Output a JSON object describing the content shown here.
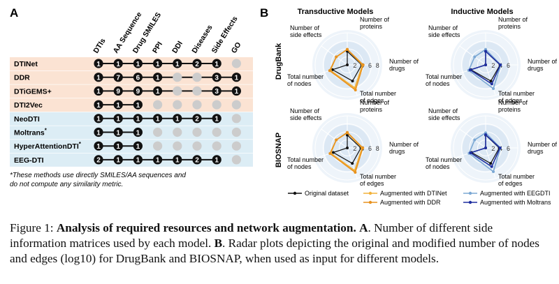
{
  "panelA": {
    "label": "A",
    "columns": [
      "DTIs",
      "AA Sequence",
      "Drug SMILES",
      "PPI",
      "DDI",
      "Diseases",
      "Side Effects",
      "GO"
    ],
    "rows": [
      {
        "name": "DTINet",
        "group": "similarity",
        "cells": [
          "1",
          "1",
          "1",
          "1",
          "1",
          "2",
          "1",
          ""
        ]
      },
      {
        "name": "DDR",
        "group": "similarity",
        "cells": [
          "1",
          "7",
          "6",
          "1",
          "",
          "",
          "3",
          "1"
        ]
      },
      {
        "name": "DTiGEMS+",
        "group": "similarity",
        "cells": [
          "1",
          "9",
          "9",
          "1",
          "",
          "",
          "3",
          "1"
        ]
      },
      {
        "name": "DTI2Vec",
        "group": "similarity",
        "cells": [
          "1",
          "1",
          "1",
          "",
          "",
          "",
          "",
          ""
        ]
      },
      {
        "name": "NeoDTI",
        "group": "direct",
        "cells": [
          "1",
          "1",
          "1",
          "1",
          "1",
          "2",
          "1",
          ""
        ]
      },
      {
        "name": "Moltrans",
        "group": "direct",
        "star": true,
        "cells": [
          "1",
          "1",
          "1",
          "",
          "",
          "",
          "",
          ""
        ]
      },
      {
        "name": "HyperAttentionDTI",
        "group": "direct",
        "star": true,
        "cells": [
          "1",
          "1",
          "1",
          "",
          "",
          "",
          "",
          ""
        ]
      },
      {
        "name": "EEG-DTI",
        "group": "direct",
        "cells": [
          "2",
          "1",
          "1",
          "1",
          "1",
          "2",
          "1",
          ""
        ]
      }
    ],
    "footnote_line1": "*These methods use directly SMILES/AA sequences and",
    "footnote_line2": "do not compute any similarity metric.",
    "colors": {
      "similarity": "#fbe3d3",
      "direct": "#dcedf5",
      "filled": "#111111",
      "empty": "#cccccc"
    }
  },
  "panelB": {
    "label": "B",
    "col_titles": [
      "Transductive Models",
      "Inductive Models"
    ],
    "row_titles": [
      "DrugBank",
      "BIOSNAP"
    ],
    "axis_labels": {
      "top_l1": "Number of",
      "top_l2": "proteins",
      "right_l1": "Number of",
      "right_l2": "drugs",
      "bottom_l1": "Total number",
      "bottom_l2": "of edges",
      "left_l1": "Total number",
      "left_l2": "of nodes",
      "tl_l1": "Number of",
      "tl_l2": "side effects"
    },
    "ticks": [
      "2",
      "4",
      "6",
      "8"
    ],
    "legend": {
      "original": "Original dataset",
      "dtinet": "Augmented with DTINet",
      "ddr": "Augmented with DDR",
      "eegdti": "Augmented with EEGDTI",
      "moltrans": "Augmented with Moltrans"
    },
    "colors": {
      "original": "#111111",
      "dtinet": "#f2b23a",
      "ddr": "#e8921e",
      "eegdti": "#7ba8d4",
      "moltrans": "#1f2fa0",
      "bg_inner": "#dce8f4",
      "bg_outer": "#eef4fa"
    },
    "radar_data": {
      "axes": [
        "Number of proteins",
        "Number of drugs",
        "Total number of edges",
        "Total number of nodes",
        "Number of side effects"
      ],
      "transductive_drugbank": {
        "original": [
          3.6,
          3.8,
          4.5,
          4.1,
          0
        ],
        "dtinet": [
          4.1,
          4.0,
          6.4,
          4.7,
          3.6
        ],
        "ddr": [
          4.1,
          4.2,
          7.0,
          4.9,
          3.6
        ]
      },
      "inductive_drugbank": {
        "original": [
          3.6,
          3.8,
          4.5,
          4.1,
          0
        ],
        "eegdti": [
          4.1,
          4.0,
          6.6,
          4.7,
          3.6
        ],
        "moltrans": [
          3.6,
          3.9,
          5.3,
          4.3,
          0
        ]
      },
      "transductive_biosnap": {
        "original": [
          3.4,
          3.6,
          4.3,
          3.9,
          0
        ],
        "dtinet": [
          4.0,
          3.9,
          6.3,
          4.6,
          3.6
        ],
        "ddr": [
          4.1,
          4.1,
          6.8,
          4.8,
          3.6
        ]
      },
      "inductive_biosnap": {
        "original": [
          3.4,
          3.6,
          4.3,
          3.9,
          0
        ],
        "eegdti": [
          4.0,
          3.9,
          6.6,
          4.6,
          3.6
        ],
        "moltrans": [
          3.5,
          3.8,
          5.2,
          4.2,
          0
        ]
      }
    }
  },
  "caption": {
    "prefix": "Figure 1: ",
    "bold": "Analysis of required resources and network augmentation.",
    "bold_a": "A",
    "text_a": ". Number of different side information matrices used by each model. ",
    "bold_b": "B",
    "text_b": ". Radar plots depicting the original and modified number of nodes and edges (log10) for DrugBank and BIOSNAP, when used as input for different models."
  }
}
